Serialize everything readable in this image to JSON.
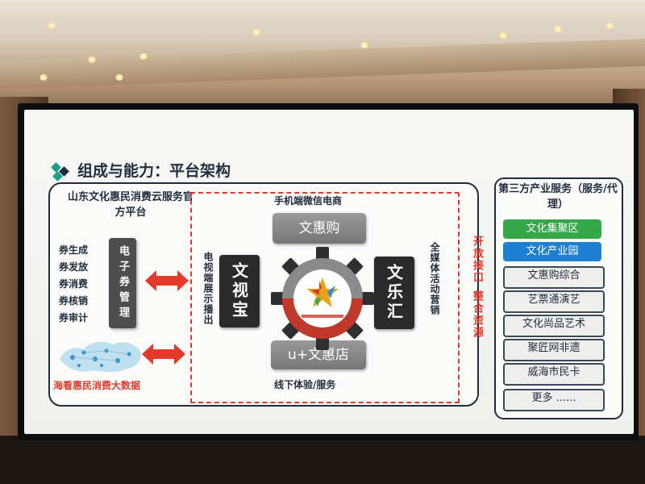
{
  "slide": {
    "title": "组成与能力：平台架构",
    "left_header": "山东文化惠民消费云服务官方平台",
    "coupon_functions": [
      "券生成",
      "券发放",
      "券消费",
      "券核销",
      "券审计"
    ],
    "coupon_management": "电子券管理",
    "bigdata_label": "海看惠民消费大数据",
    "mobile_label": "手机端微信电商",
    "offline_label": "线下体验/服务",
    "tv_label": "电视端展示播出",
    "media_label": "全媒体活动营销",
    "center_top_button": "文惠购",
    "center_bottom_button": "u+文惠店",
    "left_dark_box": "文视宝",
    "right_dark_box": "文乐汇",
    "open_interface": "开放接口",
    "integrate_resources": "整合资源",
    "right_header": "第三方产业服务（服务/代理）",
    "third_party_services": [
      "文化集聚区",
      "文化产业园",
      "文惠购综合",
      "艺票通演艺",
      "文化尚品艺术",
      "聚匠网非遗",
      "威海市民卡",
      "更多 ......"
    ]
  },
  "colors": {
    "accent_red": "#e23b2c",
    "green": "#37a84a",
    "blue": "#1f7fd0",
    "dark_navy": "#1f2d3d",
    "teal_icon": "#1aa08a"
  },
  "icons": [
    "diamond-logo-icon",
    "double-arrow-icon",
    "gear-logo-icon"
  ]
}
